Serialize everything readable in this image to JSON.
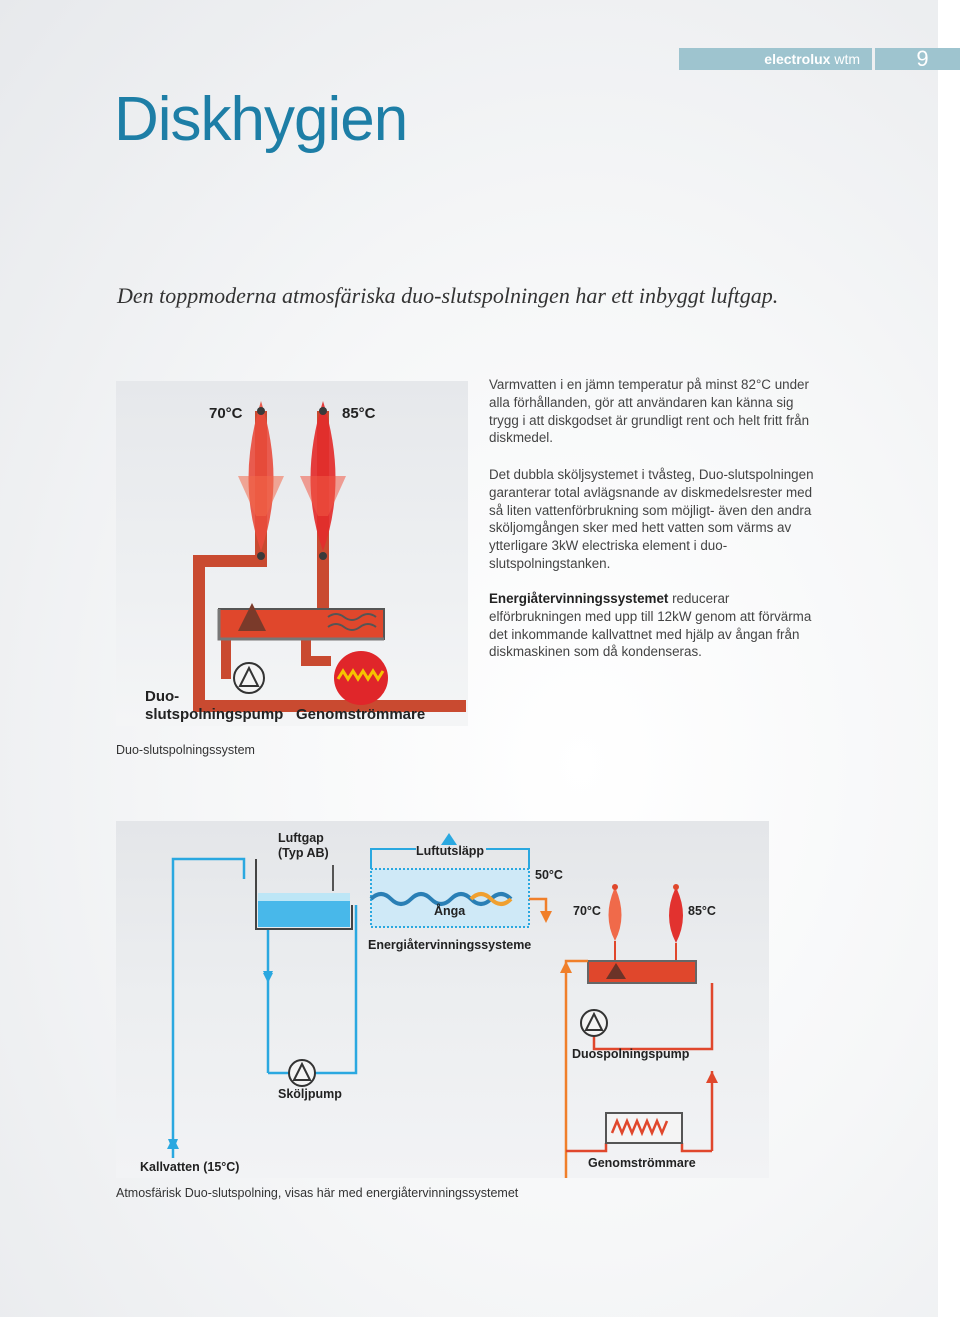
{
  "header": {
    "brand_bold": "electrolux",
    "brand_light": "wtm",
    "page_number": "9"
  },
  "title": "Diskhygien",
  "subtitle": "Den toppmoderna atmosfäriska duo-slutspolningen har ett inbyggt luftgap.",
  "diagram1": {
    "temp_left": "70°C",
    "temp_right": "85°C",
    "pump_label": "Duo-\nslutspolningspump",
    "heater_label": "Genomströmmare",
    "caption": "Duo-slutspolningssystem"
  },
  "body": {
    "p1": "Varmvatten i en jämn temperatur på minst 82°C under alla förhållanden, gör att användaren kan känna sig trygg i att diskgodset är grundligt rent och helt fritt från diskmedel.",
    "p2": "Det dubbla sköljsystemet i tvåsteg, Duo-slutspolningen garanterar total avlägsnande av diskmedelsrester med så liten vattenförbrukning som möjligt- även den andra sköljomgången sker med hett vatten som värms av ytterligare 3kW electriska element i duo-slutspolningstanken.",
    "p3_bold": "Energiåtervinningssystemet",
    "p3_rest": " reducerar elförbrukningen med upp till 12kW genom att förvärma det inkommande kallvattnet med hjälp av ångan från diskmaskinen som då kondenseras."
  },
  "diagram2": {
    "airgap": "Luftgap\n(Typ AB)",
    "air_outlet": "Luftutsläpp",
    "temp_50": "50°C",
    "steam": "Ånga",
    "temp_70": "70°C",
    "temp_85": "85°C",
    "energy_system": "Energiåtervinningssysteme",
    "duo_pump": "Duospolningspump",
    "rinse_pump": "Sköljpump",
    "cold_water": "Kallvatten (15°C)",
    "heater": "Genomströmmare",
    "caption": "Atmosfärisk Duo-slutspolning, visas här med energiåtervinningssystemet"
  },
  "colors": {
    "title": "#1d7ea6",
    "header": "#9ec4cf",
    "hot_pipe": "#e0472c",
    "cold_pipe": "#2aa8e0"
  }
}
